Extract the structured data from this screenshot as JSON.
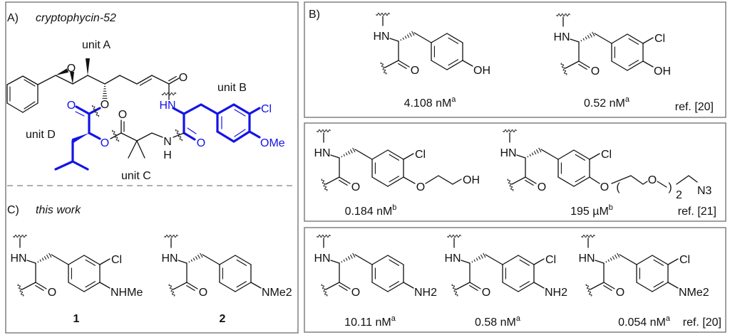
{
  "colors": {
    "highlight": "#1414e6",
    "ink": "#111111",
    "frame": "#808080"
  },
  "panelA": {
    "label": "A)",
    "title": "cryptophycin-52",
    "units": {
      "a": "unit A",
      "b": "unit B",
      "c": "unit C",
      "d": "unit D"
    },
    "atoms": [
      "O",
      "O",
      "O",
      "HN",
      "Cl",
      "OMe",
      "O",
      "N",
      "H",
      "O",
      "O",
      "O"
    ]
  },
  "panelB": {
    "label": "B)",
    "ref": "ref. [20]",
    "compounds": [
      {
        "nh": "HN",
        "carbonyl": "O",
        "meta": null,
        "para": "OH",
        "value": "4.108 nM",
        "note": "a"
      },
      {
        "nh": "HN",
        "carbonyl": "O",
        "meta": "Cl",
        "para": "OH",
        "value": "0.52 nM",
        "note": "a"
      }
    ]
  },
  "panelMid": {
    "ref": "ref. [21]",
    "compounds": [
      {
        "nh": "HN",
        "carbonyl": "O",
        "meta": "Cl",
        "ether": "hydroxyethyl",
        "ether_labels": [
          "O",
          "OH"
        ],
        "value": "0.184 nM",
        "note": "b"
      },
      {
        "nh": "HN",
        "carbonyl": "O",
        "meta": "Cl",
        "ether": "peg",
        "ether_labels": [
          "O",
          "(",
          "O",
          ")",
          "2",
          "N3"
        ],
        "value": "195 µM",
        "note": "b"
      }
    ]
  },
  "panelBottom": {
    "ref": "ref. [20]",
    "compounds": [
      {
        "nh": "HN",
        "carbonyl": "O",
        "meta": null,
        "para": "NH2",
        "value": "10.11 nM",
        "note": "a"
      },
      {
        "nh": "HN",
        "carbonyl": "O",
        "meta": "Cl",
        "para": "NH2",
        "value": "0.58 nM",
        "note": "a"
      },
      {
        "nh": "HN",
        "carbonyl": "O",
        "meta": "Cl",
        "para": "NMe2",
        "value": "0.054 nM",
        "note": "a"
      }
    ]
  },
  "panelC": {
    "label": "C)",
    "title": "this work",
    "compounds": [
      {
        "nh": "HN",
        "carbonyl": "O",
        "meta": "Cl",
        "para": "NHMe",
        "number": "1"
      },
      {
        "nh": "HN",
        "carbonyl": "O",
        "meta": null,
        "para": "NMe2",
        "number": "2"
      }
    ]
  }
}
